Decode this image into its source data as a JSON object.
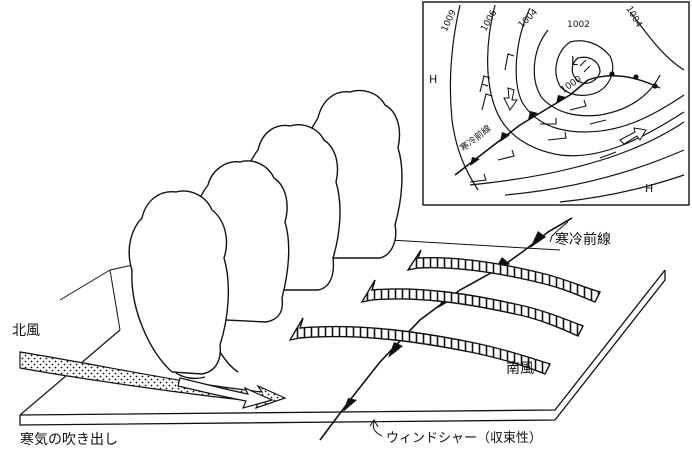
{
  "labels": {
    "cold_front": "寒冷前線",
    "north_wind": "北風",
    "south_wind": "南風",
    "cold_outflow": "寒気の吹き出し",
    "wind_shear": "ウィンドシャー（収束性）"
  },
  "inset_map": {
    "pressure_labels": [
      "1009",
      "1006",
      "1004",
      "1002",
      "1004"
    ],
    "inner_pressure": "1000",
    "high_left": "H",
    "high_right": "H",
    "low_center": "L",
    "front_label": "寒冷前線"
  }
}
